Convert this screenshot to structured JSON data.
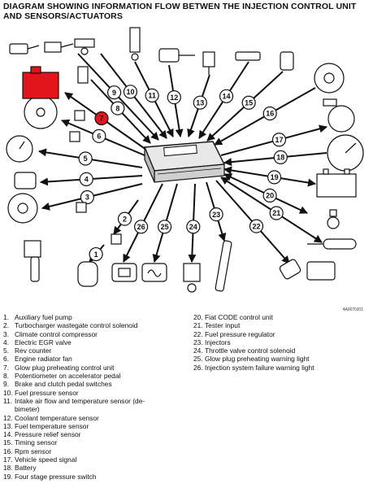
{
  "title": "DIAGRAM SHOWING INFORMATION FLOW BETWEN THE INJECTION CONTROL UNIT AND SENSORS/ACTUATORS",
  "figure_code": "4A0070J01",
  "arrows": [
    {
      "n": "1",
      "dir": "out"
    },
    {
      "n": "2",
      "dir": "out"
    },
    {
      "n": "3",
      "dir": "out"
    },
    {
      "n": "4",
      "dir": "out"
    },
    {
      "n": "5",
      "dir": "out"
    },
    {
      "n": "6",
      "dir": "out"
    },
    {
      "n": "7",
      "dir": "out"
    },
    {
      "n": "8",
      "dir": "in"
    },
    {
      "n": "9",
      "dir": "in"
    },
    {
      "n": "10",
      "dir": "in"
    },
    {
      "n": "11",
      "dir": "in"
    },
    {
      "n": "12",
      "dir": "in"
    },
    {
      "n": "13",
      "dir": "in"
    },
    {
      "n": "14",
      "dir": "in"
    },
    {
      "n": "15",
      "dir": "in"
    },
    {
      "n": "16",
      "dir": "in"
    },
    {
      "n": "17",
      "dir": "out"
    },
    {
      "n": "18",
      "dir": "in"
    },
    {
      "n": "19",
      "dir": "both"
    },
    {
      "n": "20",
      "dir": "both"
    },
    {
      "n": "21",
      "dir": "both"
    },
    {
      "n": "22",
      "dir": "out"
    },
    {
      "n": "23",
      "dir": "out"
    },
    {
      "n": "24",
      "dir": "out"
    },
    {
      "n": "25",
      "dir": "out"
    },
    {
      "n": "26",
      "dir": "out"
    }
  ],
  "legend_left": [
    {
      "n": "1.",
      "t": "Auxiliary fuel pump"
    },
    {
      "n": "2.",
      "t": "Turbocharger wastegate control solenoid"
    },
    {
      "n": "3.",
      "t": "Climate control compressor"
    },
    {
      "n": "4.",
      "t": "Electric EGR valve"
    },
    {
      "n": "5.",
      "t": "Rev counter"
    },
    {
      "n": "6.",
      "t": "Engine radiator fan"
    },
    {
      "n": "7.",
      "t": "Glow plug preheating control unit"
    },
    {
      "n": "8.",
      "t": "Potentiometer on accelerator pedal"
    },
    {
      "n": "9.",
      "t": "Brake and clutch pedal switches"
    },
    {
      "n": "10.",
      "t": "Fuel pressure sensor"
    },
    {
      "n": "11.",
      "t": "Intake air flow and temperature sensor (de-"
    },
    {
      "n": "",
      "t": "bimeter)"
    },
    {
      "n": "12.",
      "t": "Coolant temperature sensor"
    },
    {
      "n": "13.",
      "t": "Fuel temperature sensor"
    },
    {
      "n": "14.",
      "t": "Pressure relief sensor"
    },
    {
      "n": "15.",
      "t": "Timing sensor"
    },
    {
      "n": "16.",
      "t": "Rpm sensor"
    },
    {
      "n": "17.",
      "t": "Vehicle speed signal"
    },
    {
      "n": "18.",
      "t": "Battery"
    },
    {
      "n": "19.",
      "t": "Four stage pressure switch"
    }
  ],
  "legend_right": [
    {
      "n": "20.",
      "t": "Fiat CODE control unit"
    },
    {
      "n": "21.",
      "t": "Tester input"
    },
    {
      "n": "22.",
      "t": "Fuel pressure regulator"
    },
    {
      "n": "23.",
      "t": "Injectors"
    },
    {
      "n": "24.",
      "t": "Throttle valve control solenoid"
    },
    {
      "n": "25.",
      "t": "Glow plug preheating warning light"
    },
    {
      "n": "26.",
      "t": "Injection system failure warning light"
    }
  ],
  "colors": {
    "highlight": "#e3141b",
    "ink": "#111111"
  }
}
